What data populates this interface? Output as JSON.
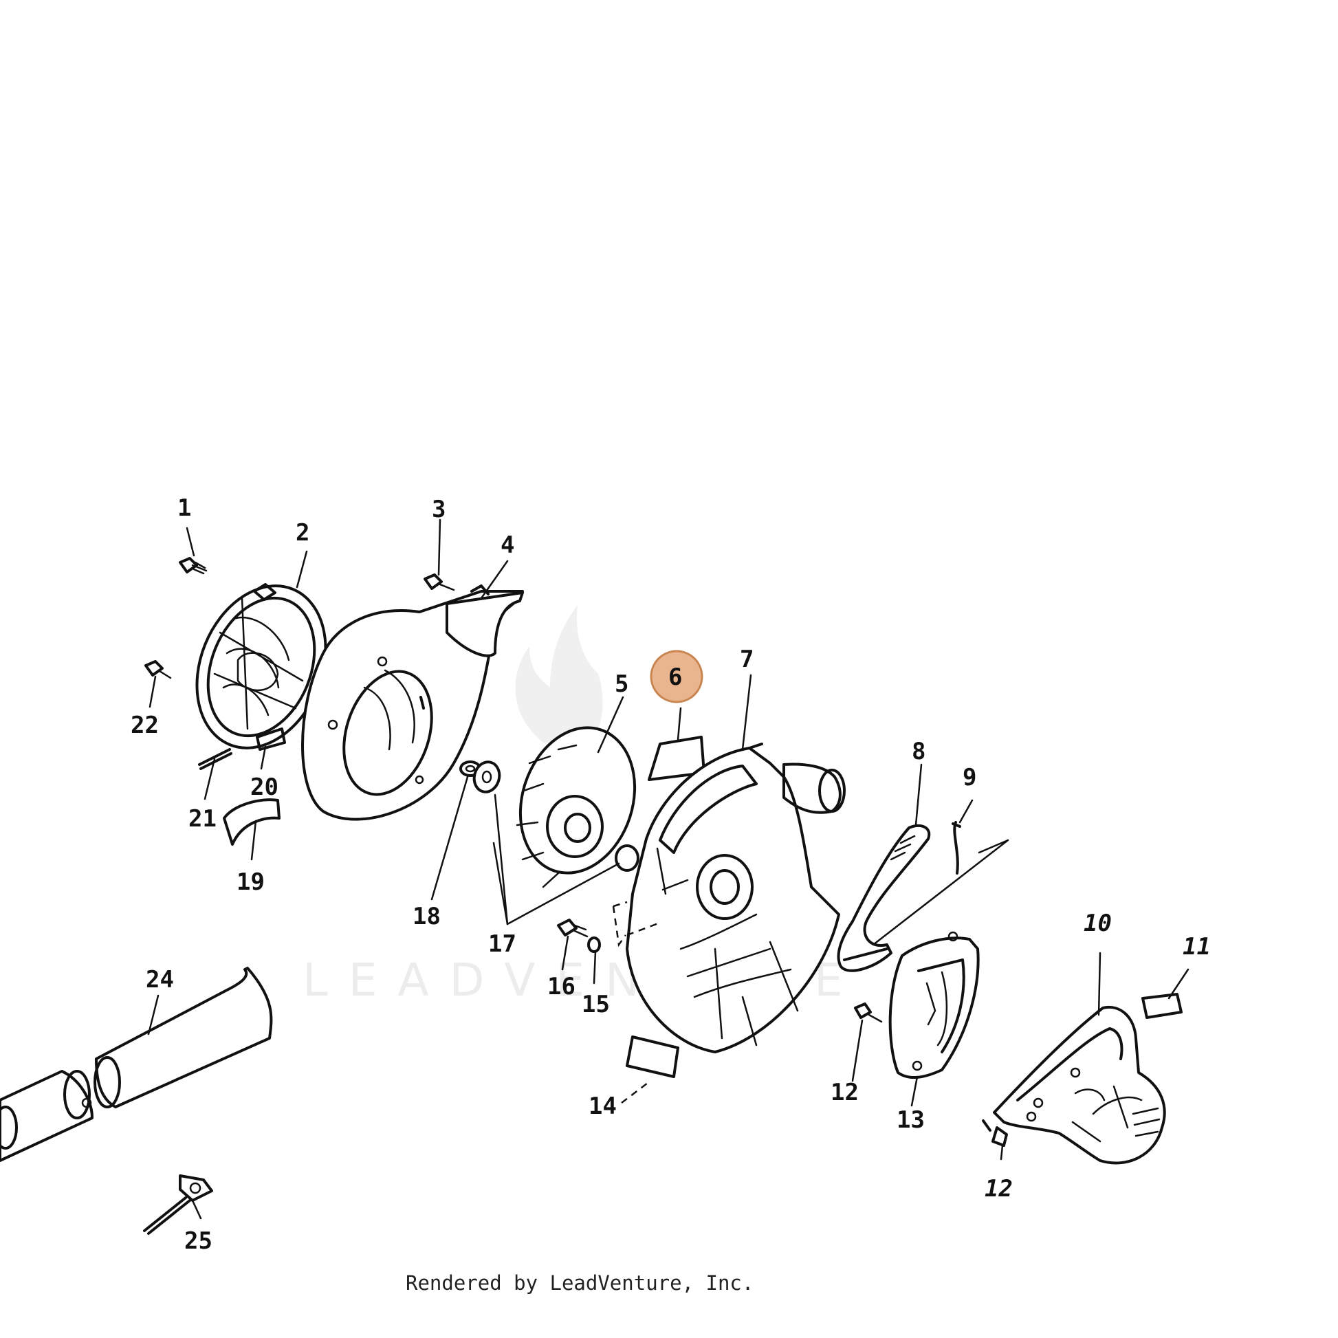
{
  "diagram": {
    "callouts": [
      {
        "id": "1",
        "label": "1"
      },
      {
        "id": "2",
        "label": "2"
      },
      {
        "id": "3",
        "label": "3"
      },
      {
        "id": "4",
        "label": "4"
      },
      {
        "id": "5",
        "label": "5"
      },
      {
        "id": "6",
        "label": "6",
        "highlighted": true
      },
      {
        "id": "7",
        "label": "7"
      },
      {
        "id": "8",
        "label": "8"
      },
      {
        "id": "9",
        "label": "9"
      },
      {
        "id": "10",
        "label": "10"
      },
      {
        "id": "11",
        "label": "11"
      },
      {
        "id": "12a",
        "label": "12"
      },
      {
        "id": "12b",
        "label": "12"
      },
      {
        "id": "13",
        "label": "13"
      },
      {
        "id": "14",
        "label": "14"
      },
      {
        "id": "15",
        "label": "15"
      },
      {
        "id": "16",
        "label": "16"
      },
      {
        "id": "17",
        "label": "17"
      },
      {
        "id": "18",
        "label": "18"
      },
      {
        "id": "19",
        "label": "19"
      },
      {
        "id": "20",
        "label": "20"
      },
      {
        "id": "21",
        "label": "21"
      },
      {
        "id": "22",
        "label": "22"
      },
      {
        "id": "24",
        "label": "24"
      },
      {
        "id": "25",
        "label": "25"
      }
    ],
    "highlight_color": "#e9b58e",
    "watermark_text": "LEADVENTURE",
    "footer": "Rendered by LeadVenture, Inc."
  }
}
